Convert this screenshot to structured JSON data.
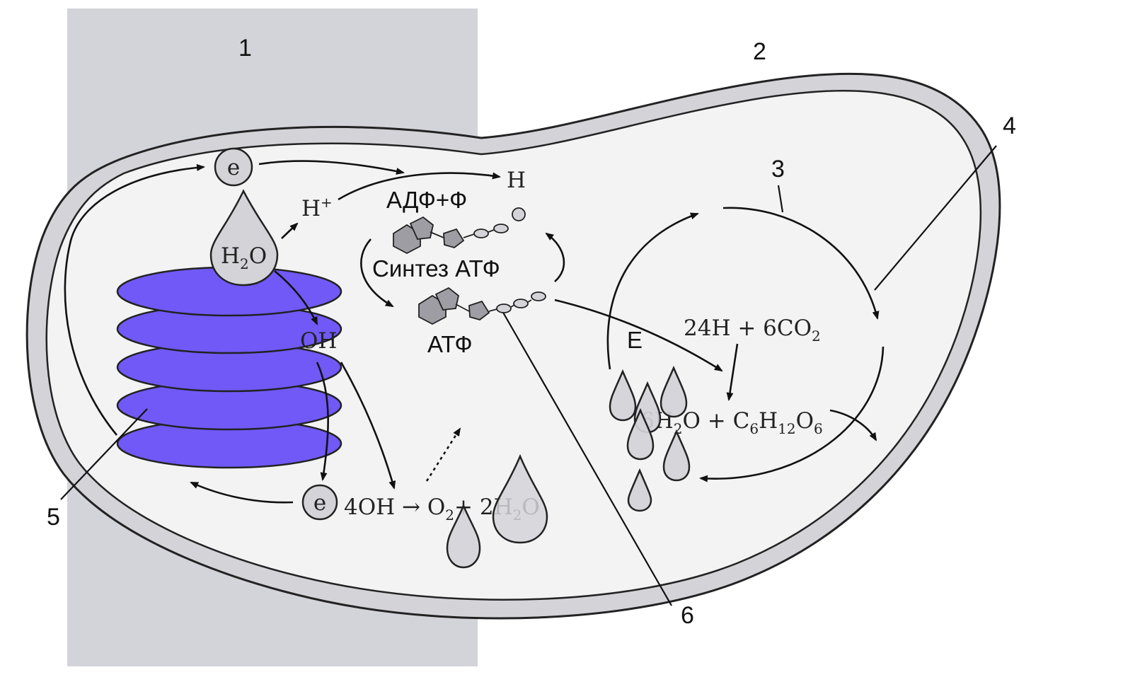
{
  "labels": {
    "l1": "1",
    "l2": "2",
    "l3": "3",
    "l4": "4",
    "l5": "5",
    "l6": "6"
  },
  "texts": {
    "electron": "e",
    "h_plus": "H",
    "h_plus_sup": "+",
    "h_top": "H",
    "water_h": "H",
    "water_sub": "2",
    "water_o": "O",
    "oh": "OH",
    "adp": "АДФ+Ф",
    "atp_synthesis": "Синтез АТФ",
    "atp": "АТФ",
    "energy": "E",
    "eq_4oh": "4OH → O",
    "eq_o2_sub": "2",
    "eq_plus_2h": "+ 2H",
    "eq_h_sub": "2",
    "eq_o": "O",
    "eq_24h": "24H + 6CO",
    "eq_co2_sub": "2",
    "eq_6h": "6H",
    "eq_6h_sub": "2",
    "eq_o_plus_c": "O + C",
    "eq_c_sub": "6",
    "eq_h": "H",
    "eq_h_sub2": "12",
    "eq_o6": "O",
    "eq_o6_sub": "6"
  },
  "colors": {
    "thylakoid": "#7059f6",
    "membrane": "#d3d3d8",
    "stroma": "#f3f3f3",
    "light_band": "#d3d3da"
  }
}
